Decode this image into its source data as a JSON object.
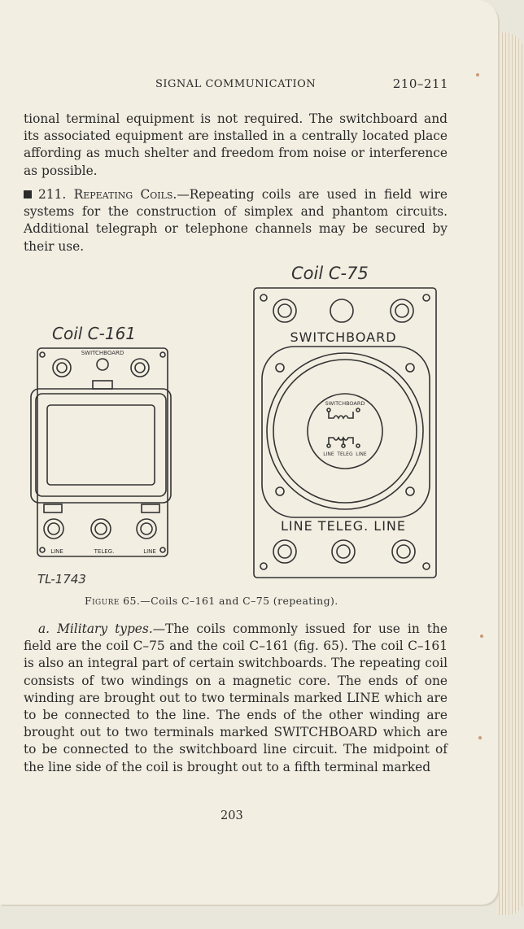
{
  "header": {
    "title": "SIGNAL COMMUNICATION",
    "page_range": "210–211"
  },
  "paragraphs": {
    "p1": "tional terminal equipment is not required. The switchboard and its associated equipment are installed in a centrally located place affording as much shelter and freedom from noise or interference as possible.",
    "p2_number": "211.",
    "p2_heading": "Repeating Coils.",
    "p2_text": "—Repeating coils are used in field wire systems for the construction of simplex and phantom circuits. Additional telegraph or telephone channels may be secured by their use.",
    "p3_label": "a.",
    "p3_heading": "Military types.",
    "p3_text": "—The coils commonly issued for use in the field are the coil C–75 and the coil C–161 (fig. 65). The coil C–161 is also an integral part of certain switchboards. The repeating coil consists of two windings on a magnetic core. The ends of one winding are brought out to two terminals marked LINE which are to be connected to the line. The ends of the other winding are brought out to two terminals marked SWITCHBOARD which are to be connected to the switchboard line circuit. The midpoint of the line side of the coil is brought out to a fifth terminal marked"
  },
  "figure": {
    "caption_label": "Figure 65.",
    "caption_text": "—Coils C–161 and C–75 (repeating).",
    "left_coil_title": "Coil C-161",
    "left_top_label": "SWITCHBOARD",
    "left_bottom_labels": {
      "line_left": "LINE",
      "teleg": "TELEG.",
      "line_right": "LINE"
    },
    "tl_number": "TL-1743",
    "right_coil_title": "Coil C-75",
    "right_top_label": "SWITCHBOARD",
    "right_bottom_label": "LINE TELEG. LINE",
    "diagram_top": "SWITCHBOARD",
    "diagram_bottom": {
      "line_left": "LINE",
      "teleg": "TELEG",
      "line_right": "LINE"
    }
  },
  "footer": {
    "page_number": "203"
  }
}
